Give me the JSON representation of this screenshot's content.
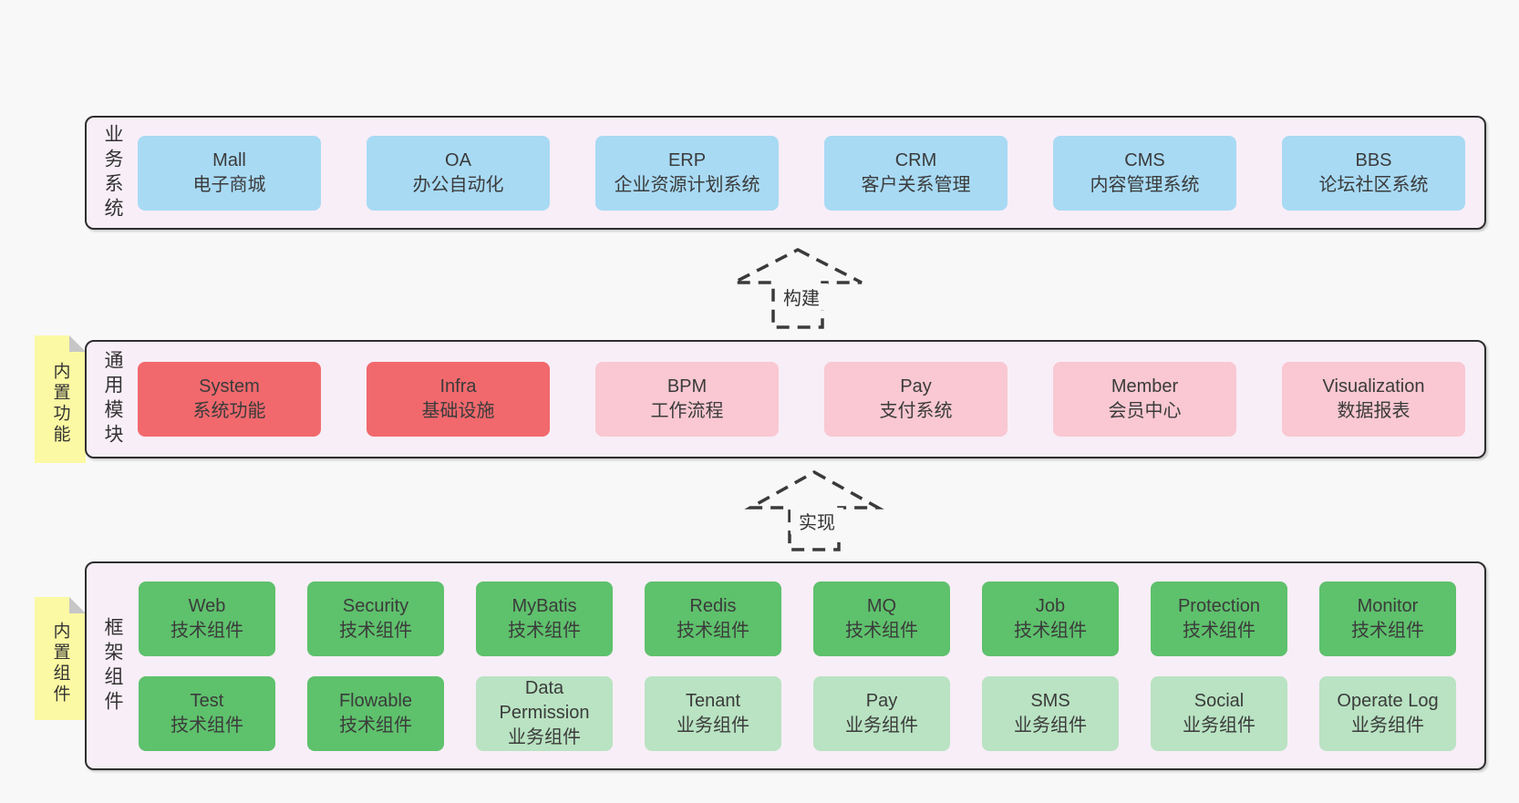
{
  "colors": {
    "page_bg": "#f8f8f8",
    "panel_bg": "#f8eef7",
    "panel_border": "#2e2e2e",
    "blue": "#a8daf4",
    "red": "#f1696d",
    "pink": "#f9c8d2",
    "green": "#5ec16c",
    "green_light": "#b9e3c2",
    "sticky_yellow": "#fbf9a3",
    "text": "#3b3b3b"
  },
  "arrows": [
    {
      "label": "构建"
    },
    {
      "label": "实现"
    }
  ],
  "layers": [
    {
      "label": "业务系统",
      "boxes": [
        {
          "name": "Mall",
          "desc": "电子商城",
          "variant": "blue"
        },
        {
          "name": "OA",
          "desc": "办公自动化",
          "variant": "blue"
        },
        {
          "name": "ERP",
          "desc": "企业资源计划系统",
          "variant": "blue"
        },
        {
          "name": "CRM",
          "desc": "客户关系管理",
          "variant": "blue"
        },
        {
          "name": "CMS",
          "desc": "内容管理系统",
          "variant": "blue"
        },
        {
          "name": "BBS",
          "desc": "论坛社区系统",
          "variant": "blue"
        }
      ]
    },
    {
      "label": "通用模块",
      "sticky": "内置功能",
      "boxes": [
        {
          "name": "System",
          "desc": "系统功能",
          "variant": "red"
        },
        {
          "name": "Infra",
          "desc": "基础设施",
          "variant": "red"
        },
        {
          "name": "BPM",
          "desc": "工作流程",
          "variant": "pink"
        },
        {
          "name": "Pay",
          "desc": "支付系统",
          "variant": "pink"
        },
        {
          "name": "Member",
          "desc": "会员中心",
          "variant": "pink"
        },
        {
          "name": "Visualization",
          "desc": "数据报表",
          "variant": "pink"
        }
      ]
    },
    {
      "label": "框架组件",
      "sticky": "内置组件",
      "rows": [
        [
          {
            "name": "Web",
            "desc": "技术组件",
            "variant": "green"
          },
          {
            "name": "Security",
            "desc": "技术组件",
            "variant": "green"
          },
          {
            "name": "MyBatis",
            "desc": "技术组件",
            "variant": "green"
          },
          {
            "name": "Redis",
            "desc": "技术组件",
            "variant": "green"
          },
          {
            "name": "MQ",
            "desc": "技术组件",
            "variant": "green"
          },
          {
            "name": "Job",
            "desc": "技术组件",
            "variant": "green"
          },
          {
            "name": "Protection",
            "desc": "技术组件",
            "variant": "green"
          },
          {
            "name": "Monitor",
            "desc": "技术组件",
            "variant": "green"
          }
        ],
        [
          {
            "name": "Test",
            "desc": "技术组件",
            "variant": "green"
          },
          {
            "name": "Flowable",
            "desc": "技术组件",
            "variant": "green"
          },
          {
            "name": "Data Permission",
            "desc": "业务组件",
            "variant": "green-light"
          },
          {
            "name": "Tenant",
            "desc": "业务组件",
            "variant": "green-light"
          },
          {
            "name": "Pay",
            "desc": "业务组件",
            "variant": "green-light"
          },
          {
            "name": "SMS",
            "desc": "业务组件",
            "variant": "green-light"
          },
          {
            "name": "Social",
            "desc": "业务组件",
            "variant": "green-light"
          },
          {
            "name": "Operate Log",
            "desc": "业务组件",
            "variant": "green-light"
          }
        ]
      ]
    }
  ]
}
